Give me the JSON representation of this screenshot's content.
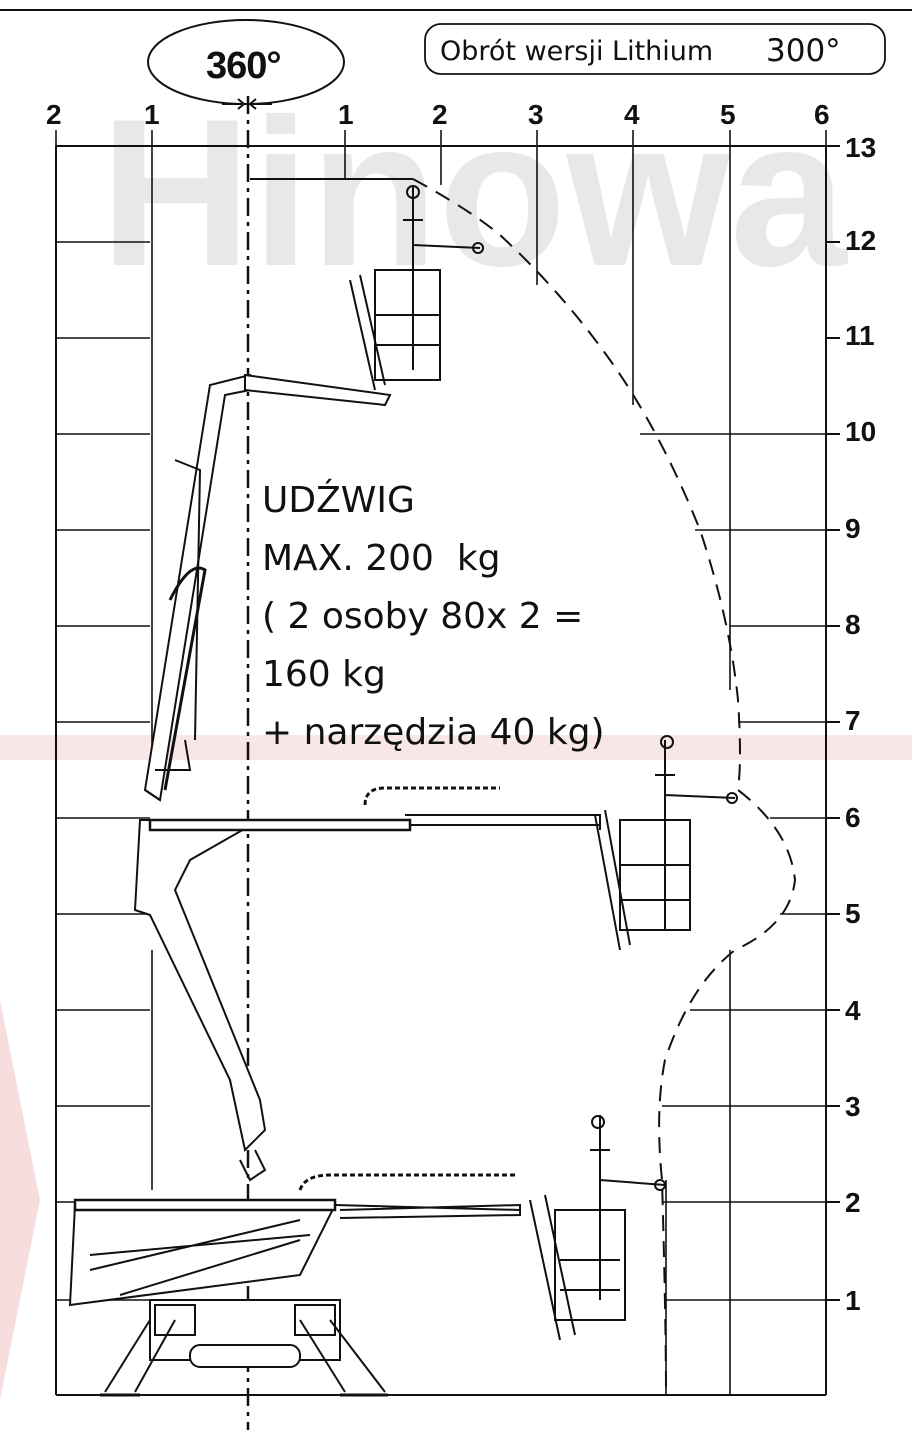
{
  "rotation": {
    "label": "360°"
  },
  "lithium_note": {
    "text": "Obrót wersji Lithium",
    "degrees": "300°"
  },
  "watermark": {
    "text": "Hinowa"
  },
  "top_axis": {
    "left_labels": [
      "2",
      "1"
    ],
    "right_labels": [
      "1",
      "2",
      "3",
      "4",
      "5",
      "6"
    ]
  },
  "right_axis": {
    "labels": [
      "13",
      "12",
      "11",
      "10",
      "9",
      "8",
      "7",
      "6",
      "5",
      "4",
      "3",
      "2",
      "1"
    ]
  },
  "load_text": {
    "line1": "UDŹWIG",
    "line2": "MAX. 200  kg",
    "line3": "( 2 osoby 80x 2 =",
    "line4": "160 kg",
    "line5": "+ narzędzia 40 kg)"
  },
  "colors": {
    "line": "#111111",
    "watermark_gray": "#e8e8e8",
    "watermark_red": "#f7dede"
  }
}
